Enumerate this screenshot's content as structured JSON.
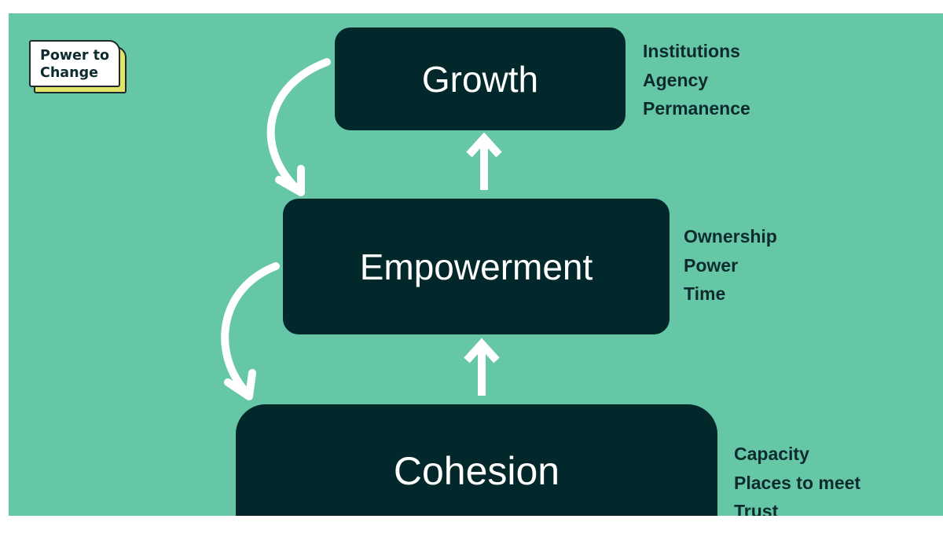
{
  "logo": {
    "line1": "Power to",
    "line2": "Change"
  },
  "levels": [
    {
      "id": "growth",
      "title": "Growth",
      "attributes": [
        "Institutions",
        "Agency",
        "Permanence"
      ]
    },
    {
      "id": "empowerment",
      "title": "Empowerment",
      "attributes": [
        "Ownership",
        "Power",
        "Time"
      ]
    },
    {
      "id": "cohesion",
      "title": "Cohesion",
      "attributes": [
        "Capacity",
        "Places to meet",
        "Trust"
      ]
    }
  ],
  "colors": {
    "background": "#66c7a6",
    "box": "#03282b",
    "box_text": "#ffffff",
    "attribute_text": "#0d2b2e",
    "arrow": "#ffffff",
    "logo_accent": "#e2e46a"
  }
}
